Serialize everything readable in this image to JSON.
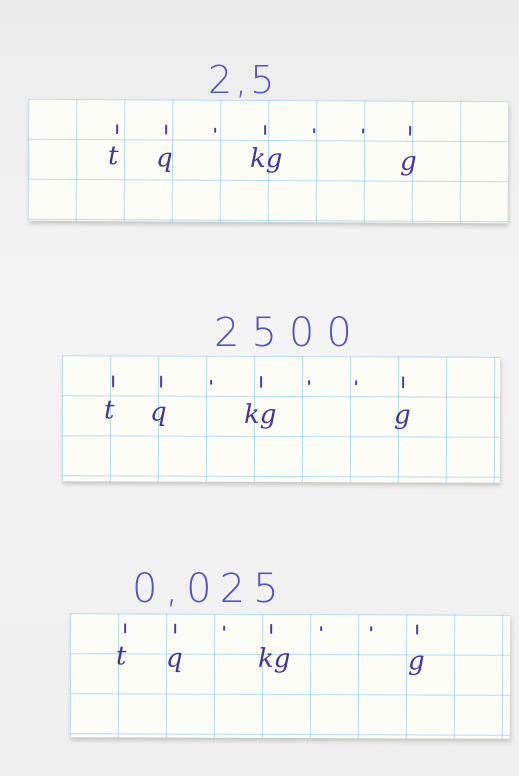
{
  "strips": [
    {
      "number": "2,5",
      "units": [
        "t",
        "q",
        "kg",
        "g"
      ]
    },
    {
      "number": "2500",
      "units": [
        "t",
        "q",
        "kg",
        "g"
      ]
    },
    {
      "number": "0,025",
      "units": [
        "t",
        "q",
        "kg",
        "g"
      ]
    }
  ]
}
